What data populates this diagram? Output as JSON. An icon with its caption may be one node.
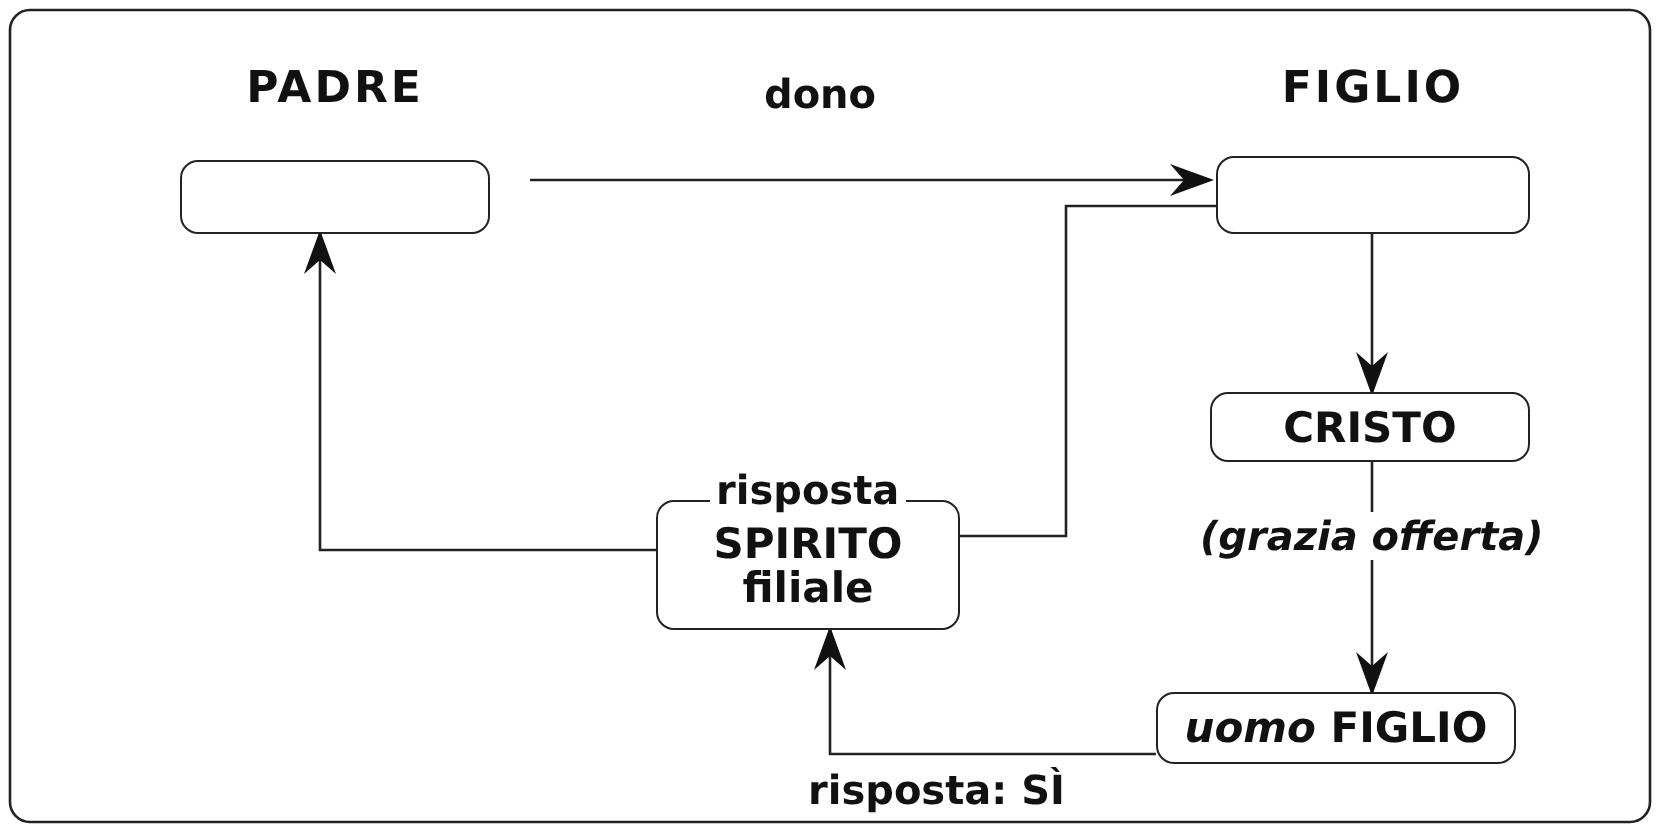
{
  "diagram": {
    "nodes": [
      {
        "text": [
          "PADRE"
        ]
      },
      {
        "text": [
          "FIGLIO"
        ]
      },
      {
        "text": [
          "CRISTO"
        ]
      },
      {
        "text": [
          "SPIRITO filiale"
        ]
      },
      {
        "text": [
          "*uomo* FIGLIO"
        ]
      }
    ],
    "edges": [
      {
        "from": 0,
        "to": 1,
        "arrow": "to",
        "label": "dono"
      },
      {
        "from": 1,
        "to": 2,
        "arrow": "to"
      },
      {
        "from": 2,
        "to": 4,
        "arrow": "to",
        "label": "(grazia offerta)"
      },
      {
        "from": 4,
        "to": 3,
        "arrow": "to",
        "label": "risposta: SÌ"
      },
      {
        "from": 3,
        "to": 1,
        "arrow": "none"
      },
      {
        "from": 3,
        "to": 0,
        "arrow": "to"
      }
    ],
    "labels": [
      "risposta"
    ]
  }
}
